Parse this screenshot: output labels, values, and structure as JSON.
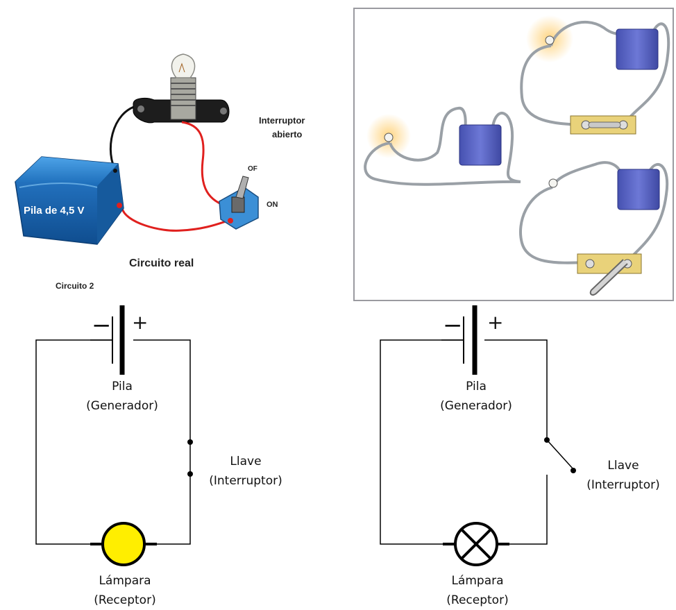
{
  "photo": {
    "interruptor_line1": "Interruptor",
    "interruptor_line2": "abierto",
    "switch_of": "OF",
    "switch_on": "ON",
    "battery_label": "Pila de 4,5 V",
    "caption": "Circuito real",
    "circuit2": "Circuito 2"
  },
  "left_schematic": {
    "minus": "−",
    "plus": "+",
    "battery_line1": "Pila",
    "battery_line2": "(Generador)",
    "switch_line1": "Llave",
    "switch_line2": "(Interruptor)",
    "lamp_line1": "Lámpara",
    "lamp_line2": "(Receptor)"
  },
  "right_schematic": {
    "minus": "−",
    "plus": "+",
    "battery_line1": "Pila",
    "battery_line2": "(Generador)",
    "switch_line1": "Llave",
    "switch_line2": "(Interruptor)",
    "lamp_line1": "Lámpara",
    "lamp_line2": "(Receptor)"
  },
  "colors": {
    "wire_red": "#e0201e",
    "battery_blue": "#1e6fbf",
    "lamp_on": "#ffee00",
    "panel_border": "#9a9aa0",
    "cell_blue": "#5b65c4",
    "switch_base": "#e9d27a"
  }
}
